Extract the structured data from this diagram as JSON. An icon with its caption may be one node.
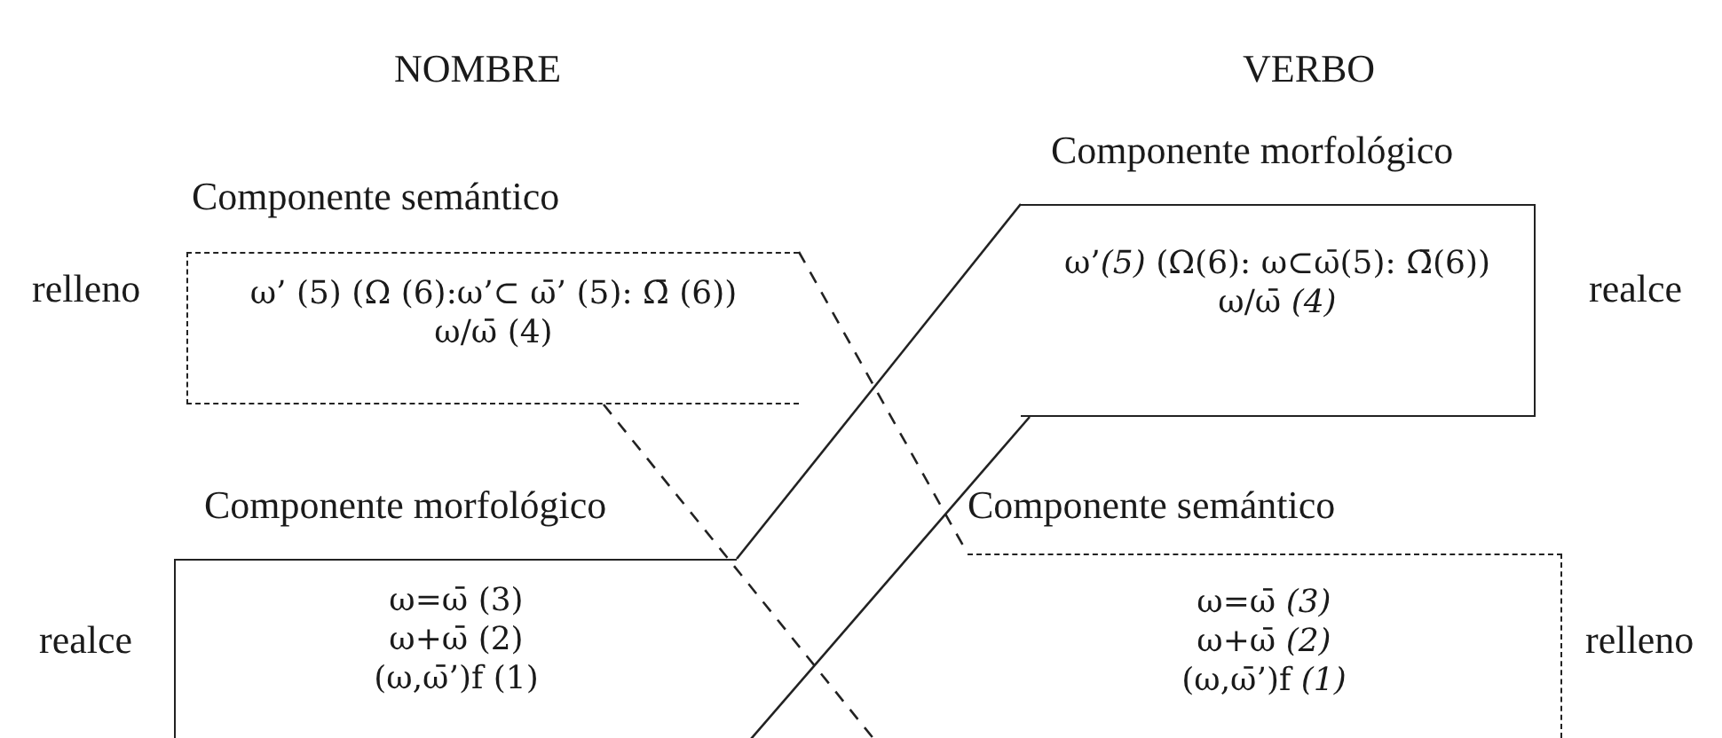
{
  "diagram": {
    "nodes": [
      {
        "text": [
          "Componente semántico",
          "ω’ (5) (Ω (6):ω’⊂ ω̄’ (5): Ω̄ (6))",
          "ω/ω̄ (4)"
        ],
        "beside": [
          "relleno"
        ]
      },
      {
        "text": [
          "Componente morfológico",
          "ω’*(5)* (Ω(6): ω⊂ω̄(5): Ω̄(6))",
          "ω/ω̄ *(4)*"
        ],
        "beside": [
          "realce"
        ]
      },
      {
        "text": [
          "Componente morfológico",
          "ω=ω̄ (3)",
          "ω+ω̄ (2)",
          "(ω,ω̄’)f (1)"
        ],
        "beside": [
          "realce"
        ]
      },
      {
        "text": [
          "Componente semántico",
          "ω=ω̄ *(3)*",
          "ω+ω̄ *(2)*",
          "(ω,ω̄’)f *(1)*"
        ],
        "beside": [
          "relleno"
        ]
      }
    ],
    "edges": [
      {
        "from": 0,
        "to": 3,
        "arrow": "none",
        "style": "dashed"
      },
      {
        "from": 2,
        "to": 1,
        "arrow": "none"
      }
    ],
    "labels": [
      "NOMBRE",
      "VERBO"
    ]
  }
}
